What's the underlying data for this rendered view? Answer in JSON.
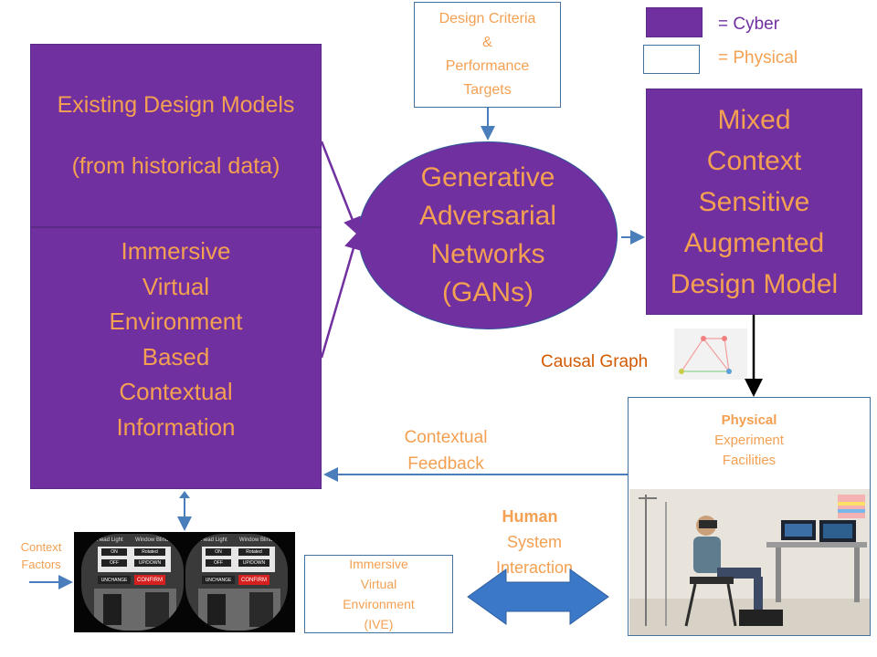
{
  "legend": {
    "cyber_label": "= Cyber",
    "physical_label": "= Physical"
  },
  "design_criteria": {
    "text": "Design Criteria\n&\nPerformance\nTargets"
  },
  "existing_models": {
    "title": "Existing Design Models",
    "subtitle": "(from historical data)"
  },
  "ive_context": {
    "text": "Immersive\nVirtual\nEnvironment\nBased\nContextual\nInformation"
  },
  "gan": {
    "text": "Generative\nAdversarial\nNetworks\n(GANs)"
  },
  "augmented_model": {
    "text": "Mixed\nContext\nSensitive\nAugmented\nDesign Model"
  },
  "causal_graph": {
    "label": "Causal Graph"
  },
  "physical_facilities": {
    "bold": "Physical",
    "rest": "Experiment\nFacilities"
  },
  "contextual_feedback": {
    "text": "Contextual\nFeedback"
  },
  "context_factors": {
    "text": "Context\nFactors"
  },
  "vr_screen": {
    "left": {
      "header_a": "Head Light",
      "header_b": "Window Blind",
      "btn_on": "ON",
      "btn_rotated": "Rotated",
      "btn_off": "OFF",
      "btn_up": "UP/DOWN",
      "btn_unchange": "UNCHANGE",
      "btn_confirm": "CONFIRM"
    },
    "right": {
      "header_a": "Head Light",
      "header_b": "Window Blind",
      "btn_on": "ON",
      "btn_rotated": "Rotated",
      "btn_off": "OFF",
      "btn_up": "UP/DOWN",
      "btn_unchange": "UNCHANGE",
      "btn_confirm": "CONFIRM"
    }
  },
  "ive_box": {
    "text": "Immersive\nVirtual\nEnvironment\n(IVE)"
  },
  "hsi": {
    "bold": "Human",
    "rest": "System\nInteraction"
  },
  "colors": {
    "cyber": "#7030a0",
    "text_orange": "#f4a052",
    "arrow_blue": "#4a7ebb",
    "causal_text": "#d45a00"
  }
}
